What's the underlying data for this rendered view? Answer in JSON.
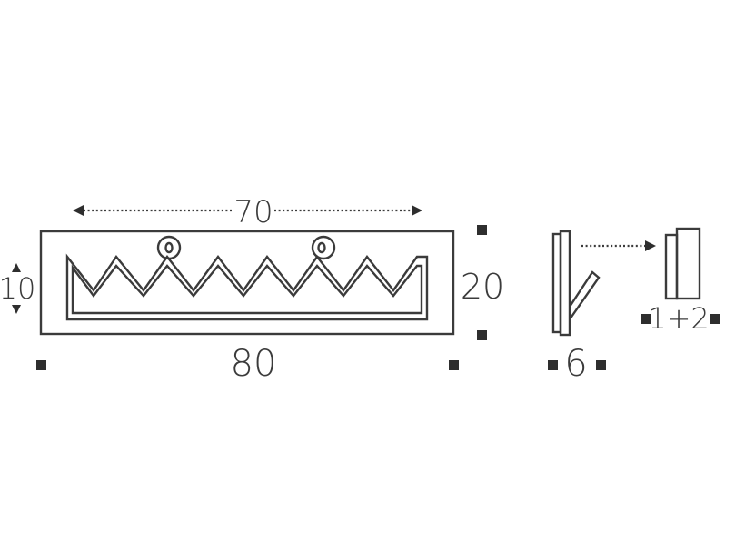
{
  "labels": {
    "inner_width": "70",
    "outer_width": "80",
    "height": "20",
    "tooth_height": "10",
    "depth": "6",
    "mounting": "1+2"
  },
  "colors": {
    "line": "#3b3b3b",
    "marker": "#2e2e2e",
    "background": "#ffffff"
  }
}
